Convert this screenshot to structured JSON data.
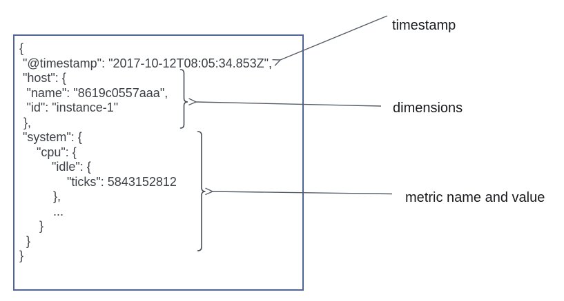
{
  "colors": {
    "box_border": "#4f6496",
    "code_text": "#3c4046",
    "label_text": "#17191c",
    "arrow": "#565c66",
    "brace": "#474d58",
    "background": "#ffffff"
  },
  "code_block": {
    "lines": [
      {
        "text": "{",
        "indent": 7
      },
      {
        "text": "\"@timestamp\": \"2017-10-12T08:05:34.853Z\",",
        "indent": 12
      },
      {
        "text": "\"host\": {",
        "indent": 12
      },
      {
        "text": "\"name\": \"8619c0557aaa\",",
        "indent": 17.5
      },
      {
        "text": "\"id\": \"instance-1\"",
        "indent": 17.5
      },
      {
        "text": "},",
        "indent": 13
      },
      {
        "text": "\"system\": {",
        "indent": 12
      },
      {
        "text": "\"cpu\": {",
        "indent": 32
      },
      {
        "text": "\"idle\": {",
        "indent": 54
      },
      {
        "text": "\"ticks\": 5843152812",
        "indent": 76
      },
      {
        "text": "},",
        "indent": 56
      },
      {
        "text": "...",
        "indent": 56
      },
      {
        "text": "}",
        "indent": 36
      },
      {
        "text": "}",
        "indent": 17
      },
      {
        "text": "}",
        "indent": 7
      }
    ]
  },
  "annotations": {
    "timestamp": {
      "label": "timestamp"
    },
    "dimensions": {
      "label": "dimensions"
    },
    "metric": {
      "label": "metric name and value"
    }
  }
}
